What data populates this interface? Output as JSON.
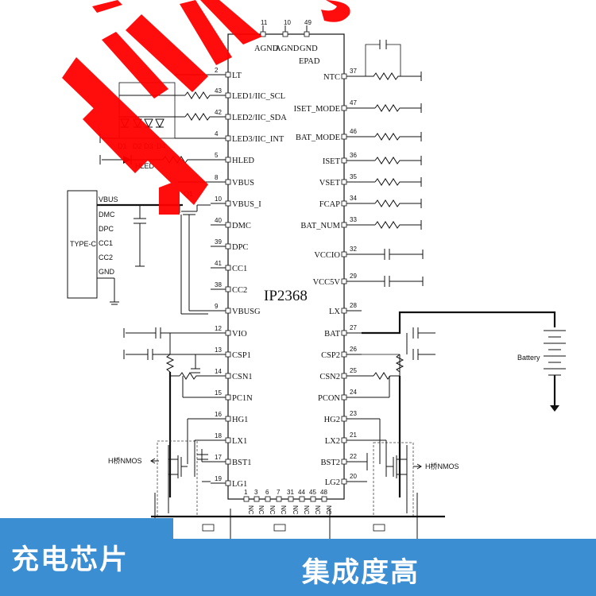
{
  "chip": {
    "name": "IP2368"
  },
  "top_pins": [
    {
      "num": "11",
      "label": "AGND"
    },
    {
      "num": "10",
      "label": "AGND"
    },
    {
      "num": "49",
      "label": "GND"
    }
  ],
  "top_extra_label": "EPAD",
  "left_pins": [
    {
      "num": "2",
      "label": "LT"
    },
    {
      "num": "43",
      "label": "LED1/IIC_SCL"
    },
    {
      "num": "42",
      "label": "LED2/IIC_SDA"
    },
    {
      "num": "4",
      "label": "LED3/IIC_INT"
    },
    {
      "num": "5",
      "label": "HLED"
    },
    {
      "num": "8",
      "label": "VBUS"
    },
    {
      "num": "10",
      "label": "VBUS_I"
    },
    {
      "num": "40",
      "label": "DMC"
    },
    {
      "num": "39",
      "label": "DPC"
    },
    {
      "num": "41",
      "label": "CC1"
    },
    {
      "num": "38",
      "label": "CC2"
    },
    {
      "num": "9",
      "label": "VBUSG"
    },
    {
      "num": "12",
      "label": "VIO"
    },
    {
      "num": "13",
      "label": "CSP1"
    },
    {
      "num": "14",
      "label": "CSN1"
    },
    {
      "num": "15",
      "label": "PC1N"
    },
    {
      "num": "16",
      "label": "HG1"
    },
    {
      "num": "18",
      "label": "LX1"
    },
    {
      "num": "17",
      "label": "BST1"
    },
    {
      "num": "19",
      "label": "LG1"
    }
  ],
  "right_pins": [
    {
      "num": "37",
      "label": "NTC"
    },
    {
      "num": "47",
      "label": "ISET_MODE"
    },
    {
      "num": "46",
      "label": "BAT_MODE"
    },
    {
      "num": "36",
      "label": "ISET"
    },
    {
      "num": "35",
      "label": "VSET"
    },
    {
      "num": "34",
      "label": "FCAP"
    },
    {
      "num": "33",
      "label": "BAT_NUM"
    },
    {
      "num": "32",
      "label": "VCCIO"
    },
    {
      "num": "29",
      "label": "VCC5V"
    },
    {
      "num": "28",
      "label": "LX"
    },
    {
      "num": "27",
      "label": "BAT"
    },
    {
      "num": "26",
      "label": "CSP2"
    },
    {
      "num": "25",
      "label": "CSN2"
    },
    {
      "num": "24",
      "label": "PCON"
    },
    {
      "num": "23",
      "label": "HG2"
    },
    {
      "num": "21",
      "label": "LX2"
    },
    {
      "num": "22",
      "label": "BST2"
    },
    {
      "num": "20",
      "label": "LG2"
    }
  ],
  "bottom_pins": [
    {
      "num": "1",
      "label": "NC"
    },
    {
      "num": "3",
      "label": "NC"
    },
    {
      "num": "6",
      "label": "NC"
    },
    {
      "num": "7",
      "label": "NC"
    },
    {
      "num": "31",
      "label": "NC"
    },
    {
      "num": "44",
      "label": "NC"
    },
    {
      "num": "45",
      "label": "NC"
    },
    {
      "num": "48",
      "label": "NC"
    }
  ],
  "usb": {
    "title": "TYPE-C",
    "pins": [
      "VBUS",
      "DMC",
      "DPC",
      "CC1",
      "CC2",
      "GND"
    ]
  },
  "leds": [
    "D1",
    "D2",
    "D3",
    "D4"
  ],
  "hled_label": "HLED",
  "q1_label": "Q1",
  "battery_label": "Battery",
  "mos_left_label": "H桥NMOS",
  "mos_right_label": "H桥NMOS",
  "banner": {
    "left_text": "充电芯片",
    "right_text": "集成度高"
  },
  "colors": {
    "banner_blue": "#3c8ed3",
    "watermark_red": "#ff0000",
    "highlight_blue": "#2d2dd6"
  }
}
